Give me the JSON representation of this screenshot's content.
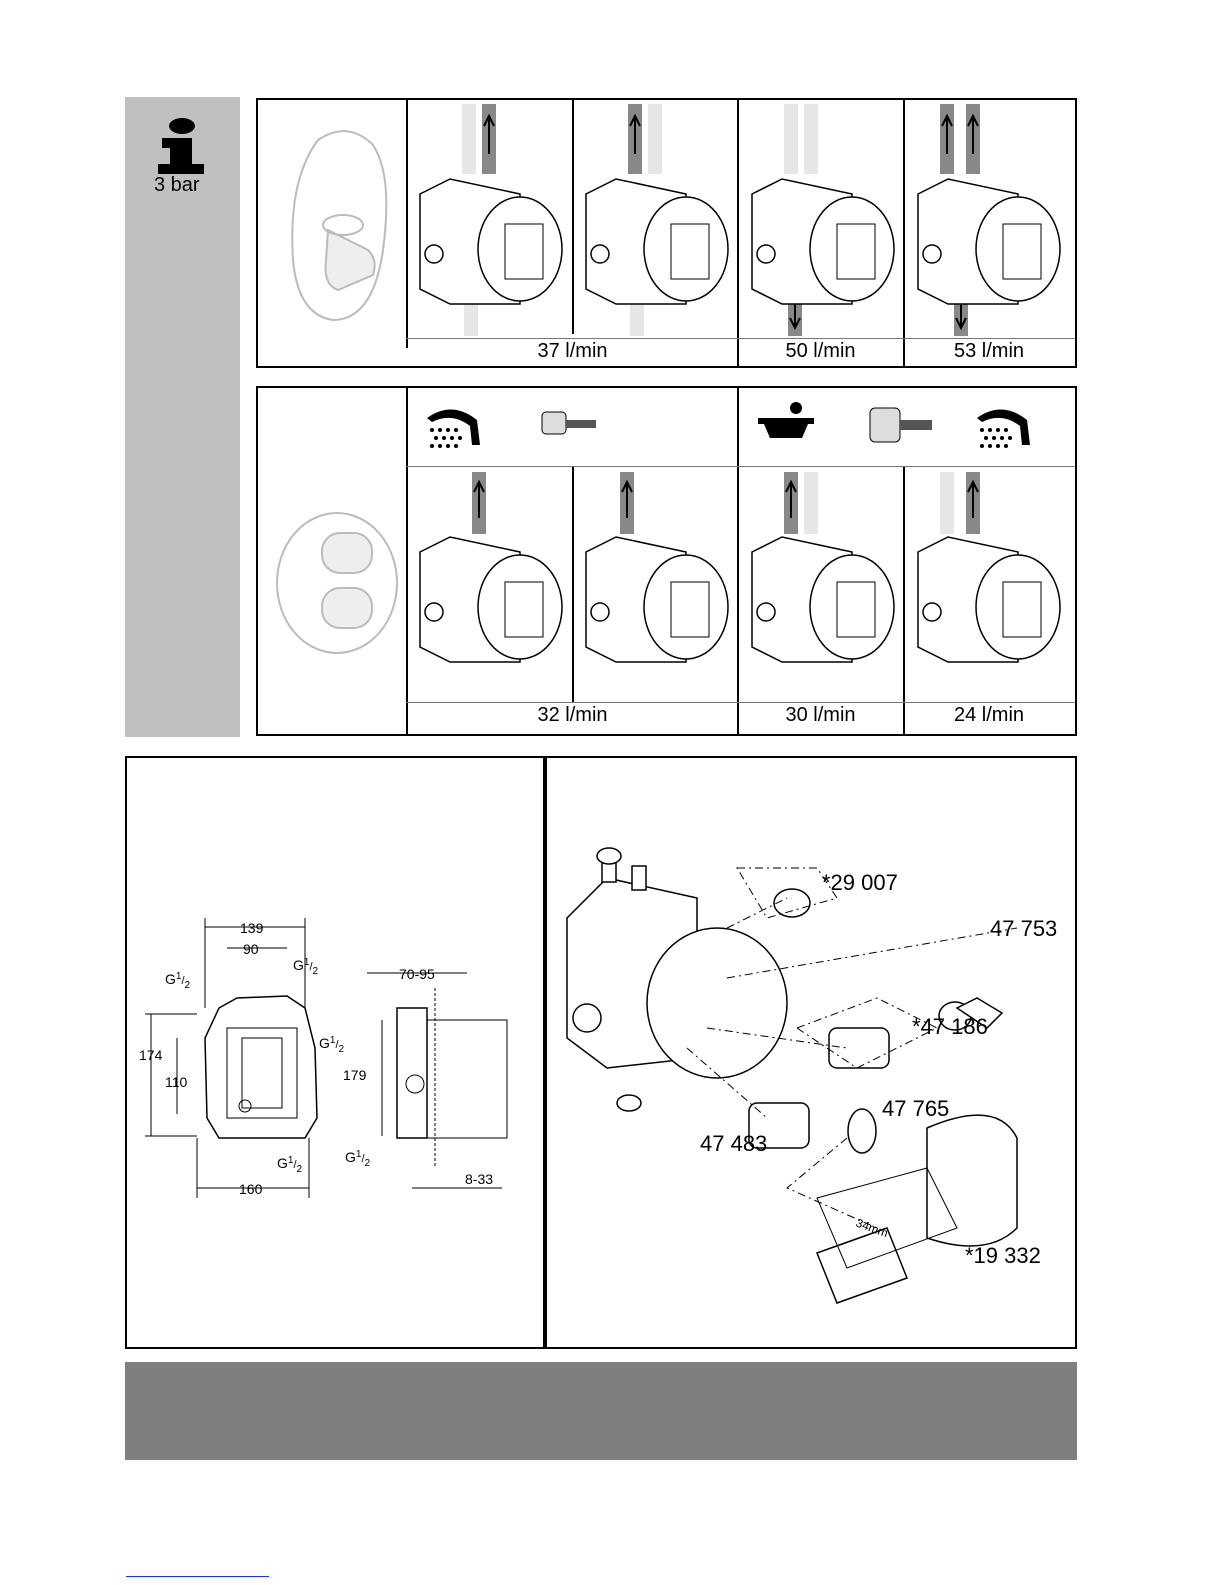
{
  "sidebar": {
    "pressure": "3 bar",
    "icon": "info-icon"
  },
  "panel_single": {
    "flows": [
      "37 l/min",
      "50 l/min",
      "53 l/min"
    ]
  },
  "panel_dual": {
    "flows": [
      "32 l/min",
      "30 l/min",
      "24 l/min"
    ],
    "icons": [
      "shower-icon",
      "cartridge-icon",
      "bath-icon",
      "cartridge-icon",
      "shower-icon"
    ]
  },
  "dimensions": {
    "w139": "139",
    "w90": "90",
    "w160": "160",
    "h174": "174",
    "h110": "110",
    "h179": "179",
    "d7095": "70-95",
    "d833": "8-33",
    "thread": "G",
    "thread_sup": "1",
    "thread_sub": "2"
  },
  "parts": {
    "p1": "*29 007",
    "p2": "47 753",
    "p3": "*47 186",
    "p4": "47 765",
    "p5": "47 483",
    "p6": "*19 332",
    "tool_size": "34mm"
  },
  "colors": {
    "sidebar": "#c0c0c0",
    "bottom_bar": "#7f7f7f",
    "link_line": "#1a2cff"
  }
}
